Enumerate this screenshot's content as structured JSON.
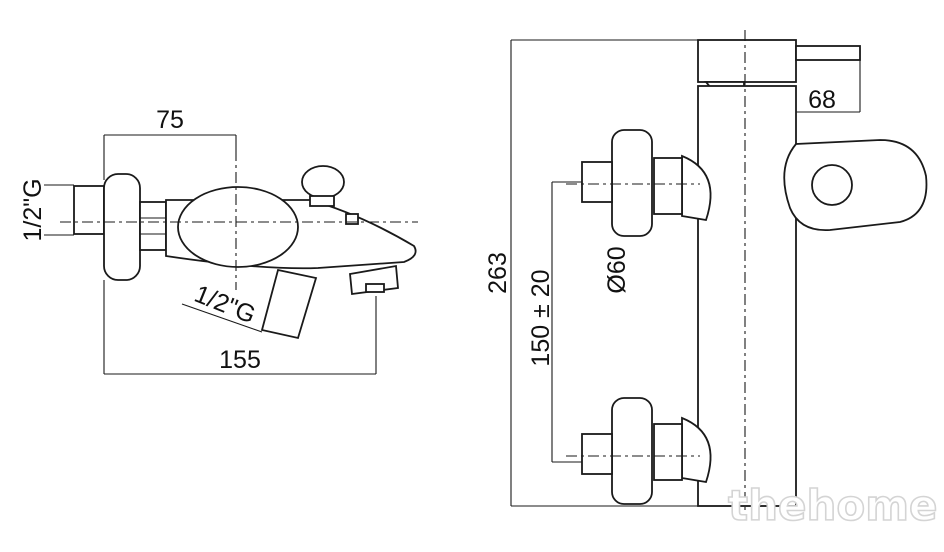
{
  "drawing": {
    "left_view": {
      "dim_top": "75",
      "dim_bottom": "155",
      "inlet_thread_left": "1/2\"G",
      "outlet_thread": "1/2\"G"
    },
    "right_view": {
      "dim_height": "263",
      "dim_depth": "68",
      "dim_diameter": "Ø60",
      "dim_centers": "150 ± 20"
    },
    "watermark": "thehome"
  }
}
